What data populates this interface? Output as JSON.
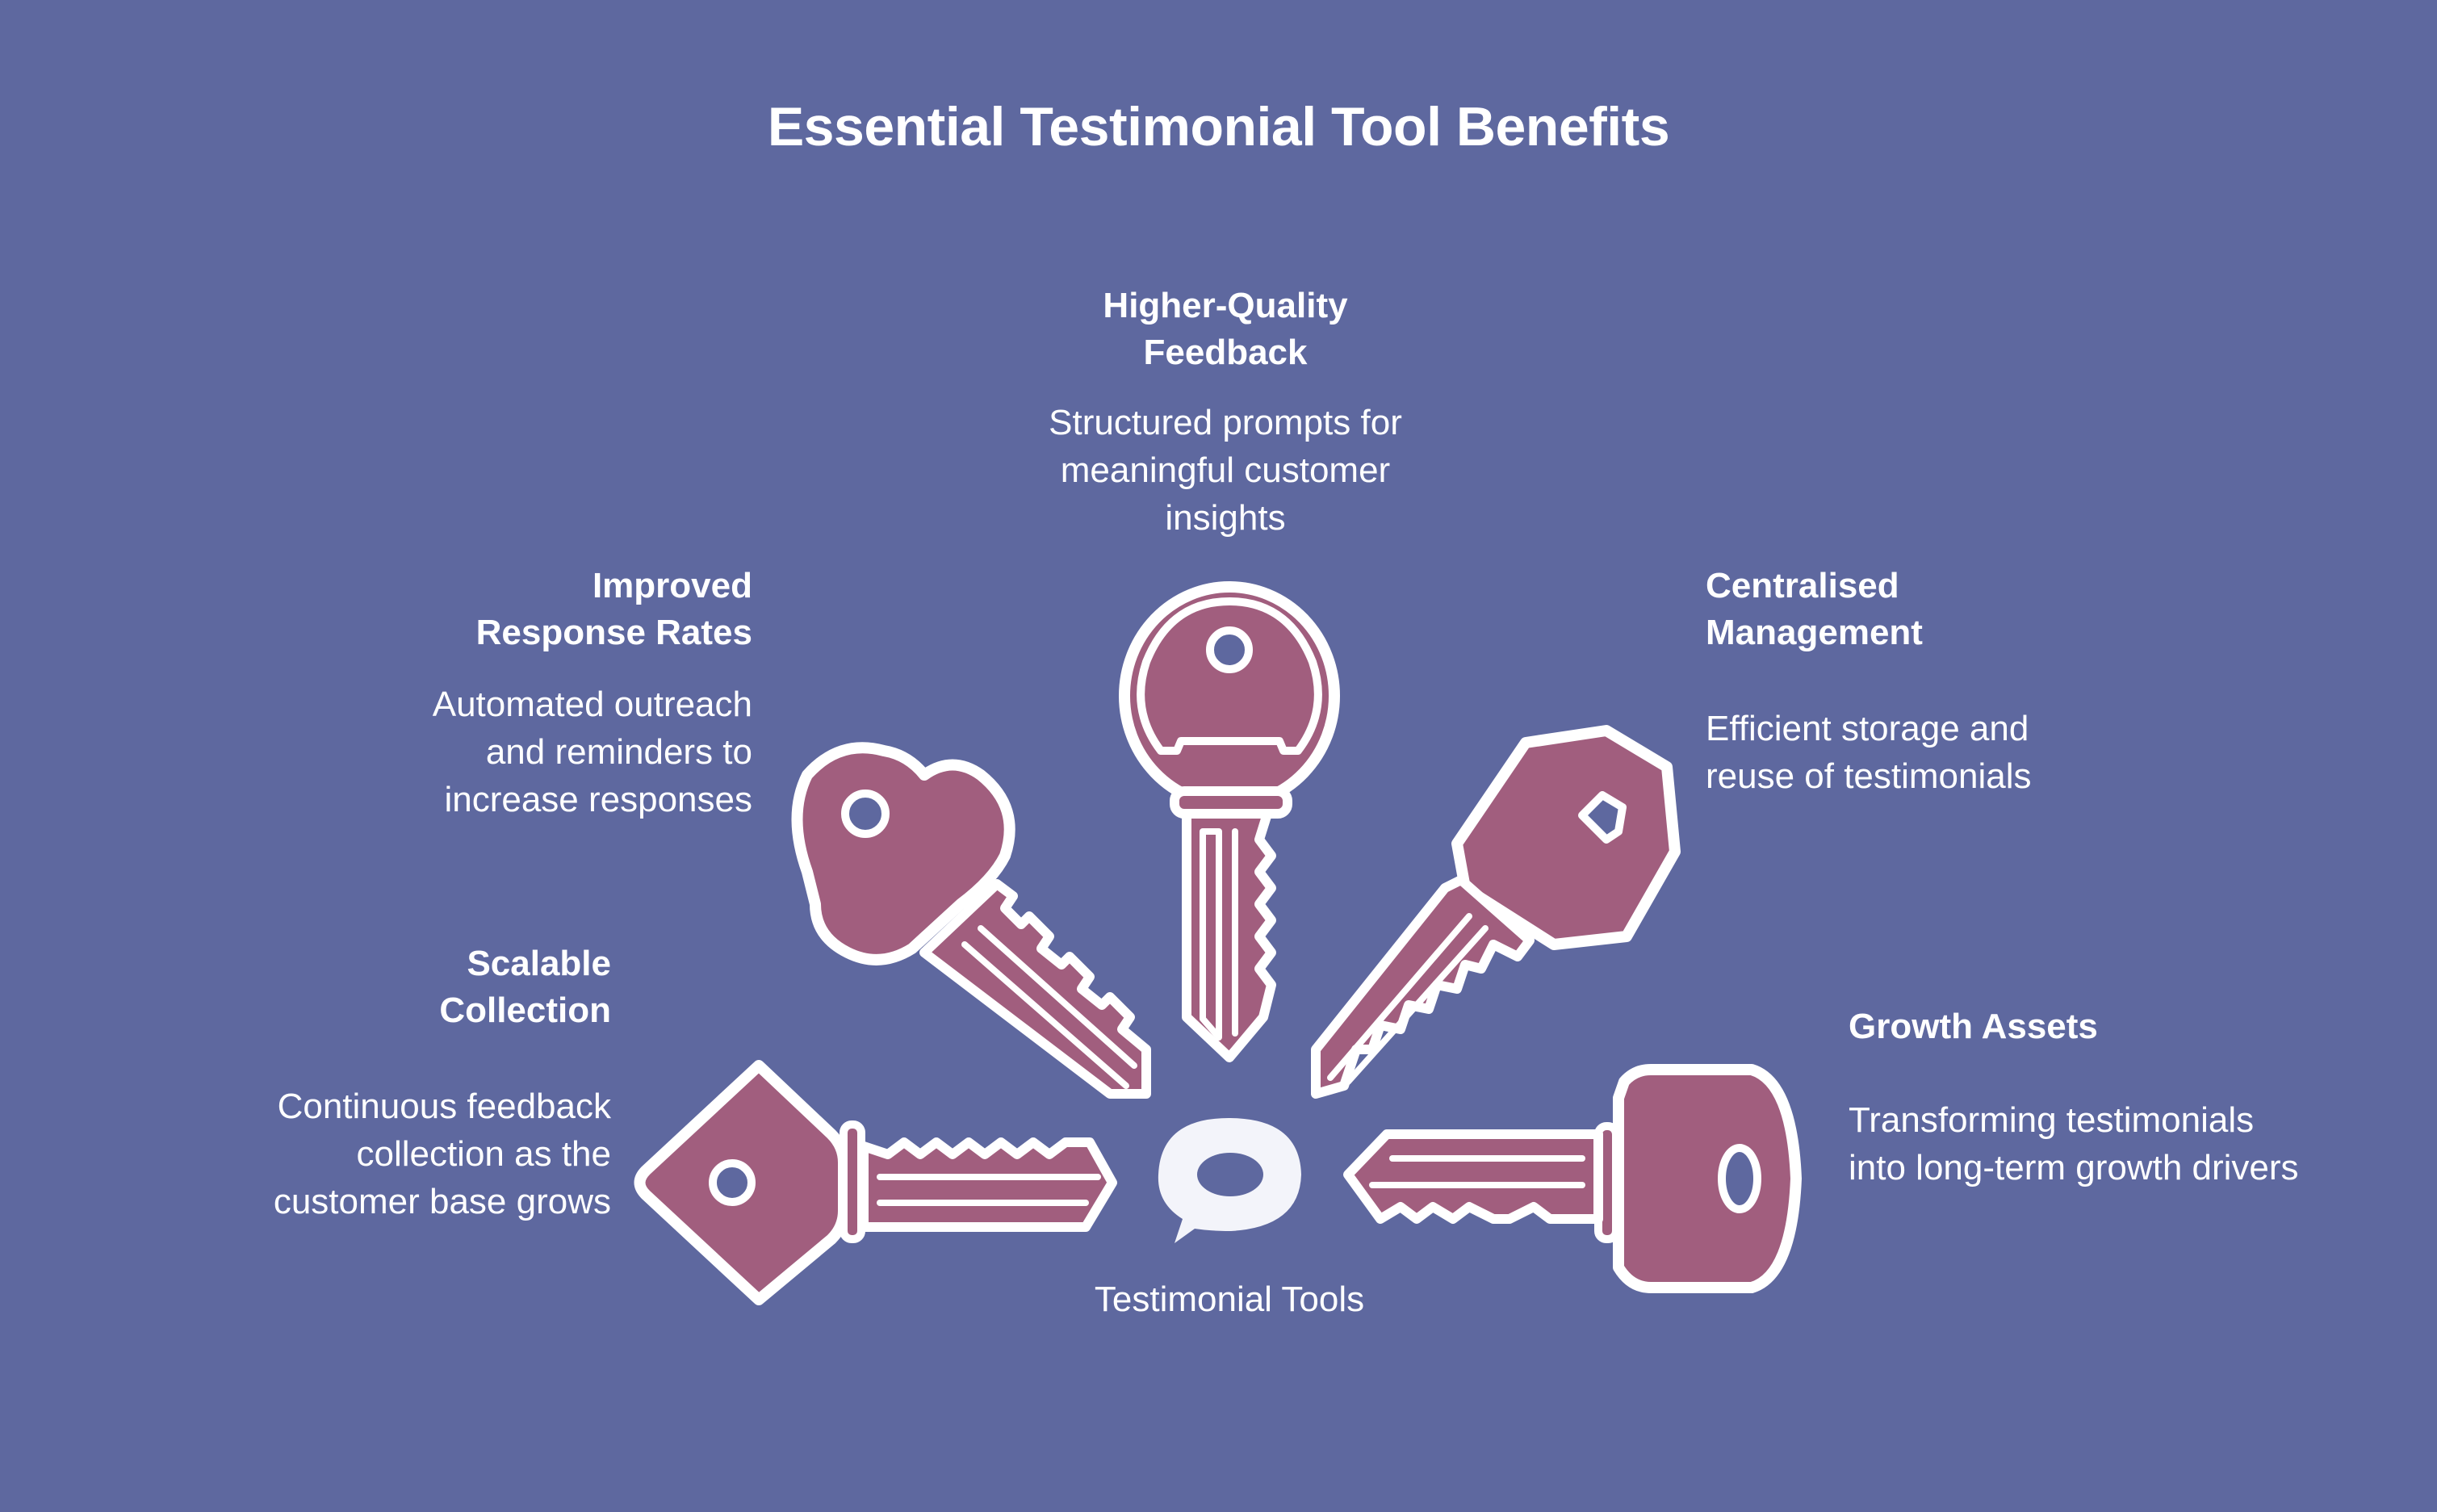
{
  "title": "Essential Testimonial Tool Benefits",
  "hub": {
    "label": "Testimonial Tools",
    "icon": "speech-bubble-icon"
  },
  "colors": {
    "background": "#5E689F",
    "key_fill": "#A15E7E",
    "outline": "#FFFFFF",
    "hub_fill": "#F3F4FA"
  },
  "benefits": [
    {
      "id": "scalable-collection",
      "heading_line1": "Scalable",
      "heading_line2": "Collection",
      "desc_lines": [
        "Continuous feedback",
        "collection as the",
        "customer base grows"
      ],
      "icon": "diamond-head-key-icon"
    },
    {
      "id": "improved-response-rates",
      "heading_line1": "Improved",
      "heading_line2": "Response Rates",
      "desc_lines": [
        "Automated outreach",
        "and reminders to",
        "increase responses"
      ],
      "icon": "heart-head-key-icon"
    },
    {
      "id": "higher-quality-feedback",
      "heading_line1": "Higher-Quality",
      "heading_line2": "Feedback",
      "desc_lines": [
        "Structured prompts for",
        "meaningful customer",
        "insights"
      ],
      "icon": "round-head-key-icon"
    },
    {
      "id": "centralised-management",
      "heading_line1": "Centralised",
      "heading_line2": "Management",
      "desc_lines": [
        "Efficient storage and",
        "reuse of testimonials"
      ],
      "icon": "hexagon-head-key-icon"
    },
    {
      "id": "growth-assets",
      "heading_line1": "Growth Assets",
      "heading_line2": "",
      "desc_lines": [
        "Transforming testimonials",
        "into long-term growth drivers"
      ],
      "icon": "rounded-rect-head-key-icon"
    }
  ]
}
